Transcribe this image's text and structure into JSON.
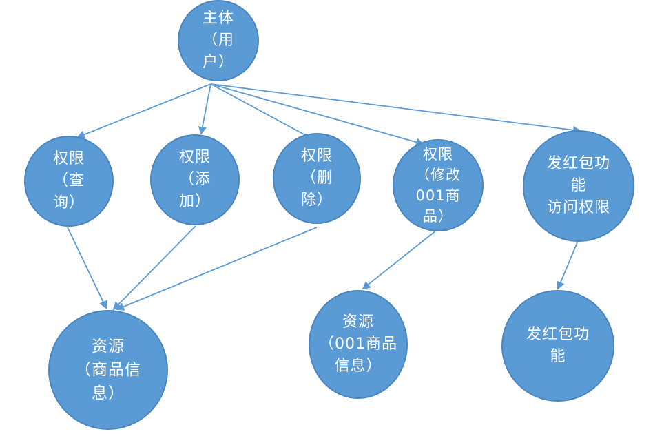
{
  "diagram": {
    "nodes": {
      "subject": "主体\n（用\n户）",
      "perm_query": "权限\n（查\n询）",
      "perm_add": "权限\n（添\n加）",
      "perm_delete": "权限\n（删\n除）",
      "perm_modify": "权限\n（修改\n001商\n品）",
      "perm_redpacket": "发红包功\n能\n访问权限",
      "res_goods": "资源\n（商品信\n息）",
      "res_goods_001": "资源\n（001商品\n信息）",
      "res_redpacket": "发红包功\n能"
    },
    "edges": [
      [
        "subject",
        "perm_query"
      ],
      [
        "subject",
        "perm_add"
      ],
      [
        "subject",
        "perm_delete"
      ],
      [
        "subject",
        "perm_modify"
      ],
      [
        "subject",
        "perm_redpacket"
      ],
      [
        "perm_query",
        "res_goods"
      ],
      [
        "perm_add",
        "res_goods"
      ],
      [
        "perm_delete",
        "res_goods"
      ],
      [
        "perm_modify",
        "res_goods_001"
      ],
      [
        "perm_redpacket",
        "res_redpacket"
      ]
    ],
    "colors": {
      "node_fill": "#5b9bd5",
      "node_border": "#4a86bd",
      "edge": "#5b9bd5",
      "text": "#ffffff"
    }
  }
}
